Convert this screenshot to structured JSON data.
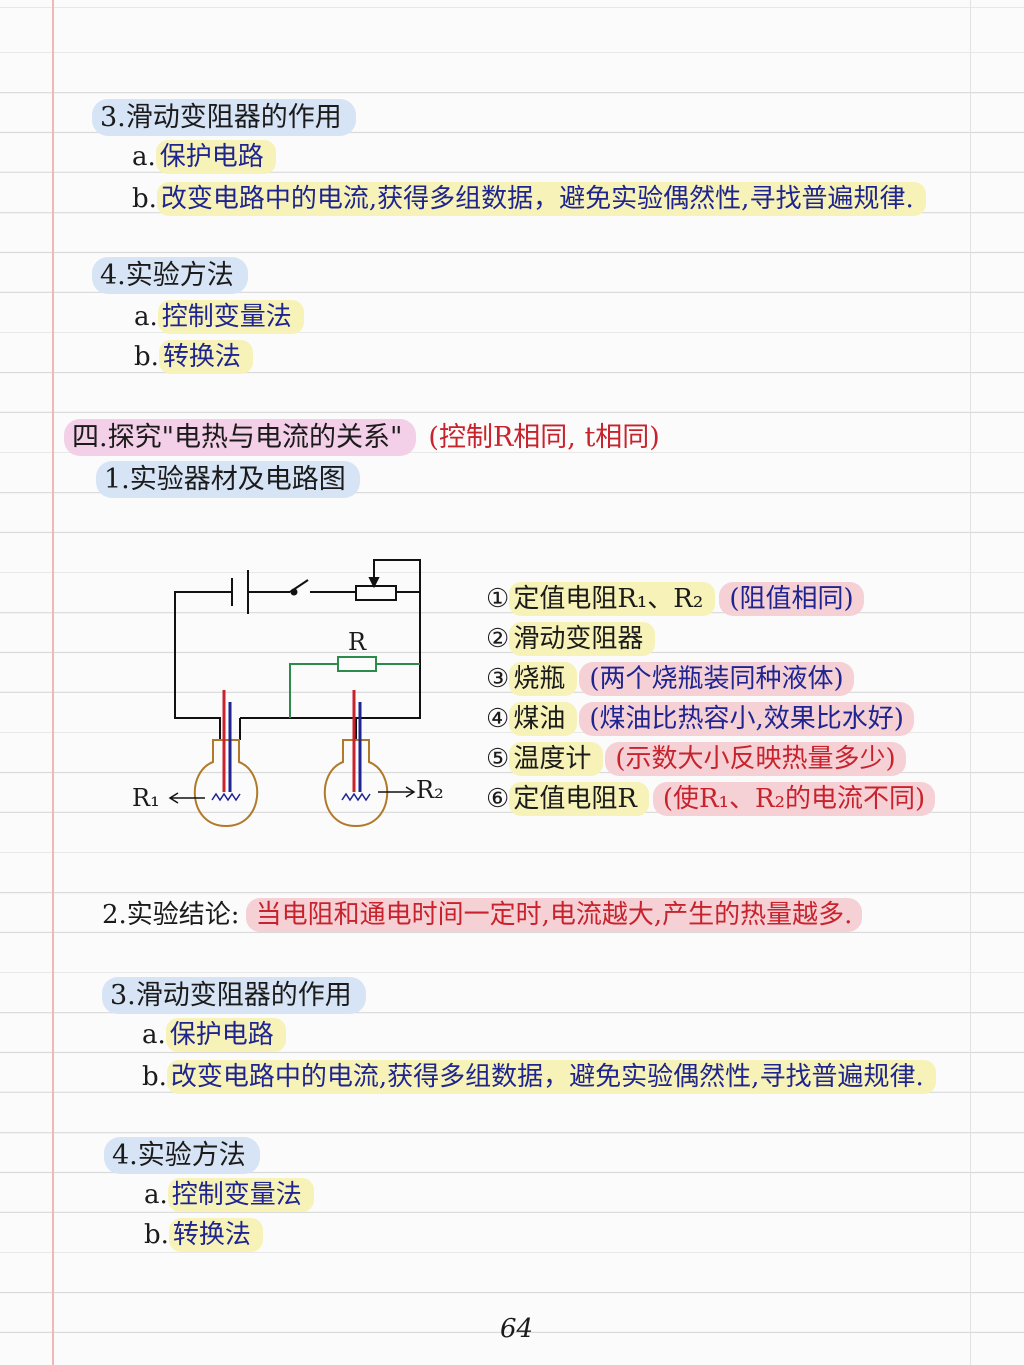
{
  "top": {
    "h3": "3.滑动变阻器的作用",
    "a": "a.",
    "a_text": "保护电路",
    "b": "b.",
    "b_text": "改变电路中的电流,获得多组数据，避免实验偶然性,寻找普遍规律.",
    "h4": "4.实验方法",
    "m_a": "a.",
    "m_a_text": "控制变量法",
    "m_b": "b.",
    "m_b_text": "转换法"
  },
  "section4": {
    "title": "四.探究\"电热与电流的关系\"",
    "condition": "(控制R相同, t相同)",
    "h1": "1.实验器材及电路图"
  },
  "diagram": {
    "R_label": "R",
    "R1_label": "R₁",
    "R2_label": "R₂",
    "items": [
      {
        "num": "①",
        "text": "定值电阻R₁、R₂",
        "note": "(阻值相同)"
      },
      {
        "num": "②",
        "text": "滑动变阻器",
        "note": ""
      },
      {
        "num": "③",
        "text": "烧瓶",
        "note": "(两个烧瓶装同种液体)"
      },
      {
        "num": "④",
        "text": "煤油",
        "note": "(煤油比热容小,效果比水好)"
      },
      {
        "num": "⑤",
        "text": "温度计",
        "note": "(示数大小反映热量多少)"
      },
      {
        "num": "⑥",
        "text": "定值电阻R",
        "note": "(使R₁、R₂的电流不同)"
      }
    ]
  },
  "conclusion": {
    "label": "2.实验结论:",
    "text": "当电阻和通电时间一定时,电流越大,产生的热量越多."
  },
  "bottom": {
    "h3": "3.滑动变阻器的作用",
    "a": "a.",
    "a_text": "保护电路",
    "b": "b.",
    "b_text": "改变电路中的电流,获得多组数据，避免实验偶然性,寻找普遍规律.",
    "h4": "4.实验方法",
    "m_a": "a.",
    "m_a_text": "控制变量法",
    "m_b": "b.",
    "m_b_text": "转换法"
  },
  "page_number": "64",
  "colors": {
    "heading_blue": "#d6e4f5",
    "heading_pink": "#f3cfe8",
    "highlight_yellow": "#f7f3b8",
    "highlight_red": "#f5d1d6",
    "ink_navy": "#1f2590",
    "ink_red": "#c8232c"
  }
}
